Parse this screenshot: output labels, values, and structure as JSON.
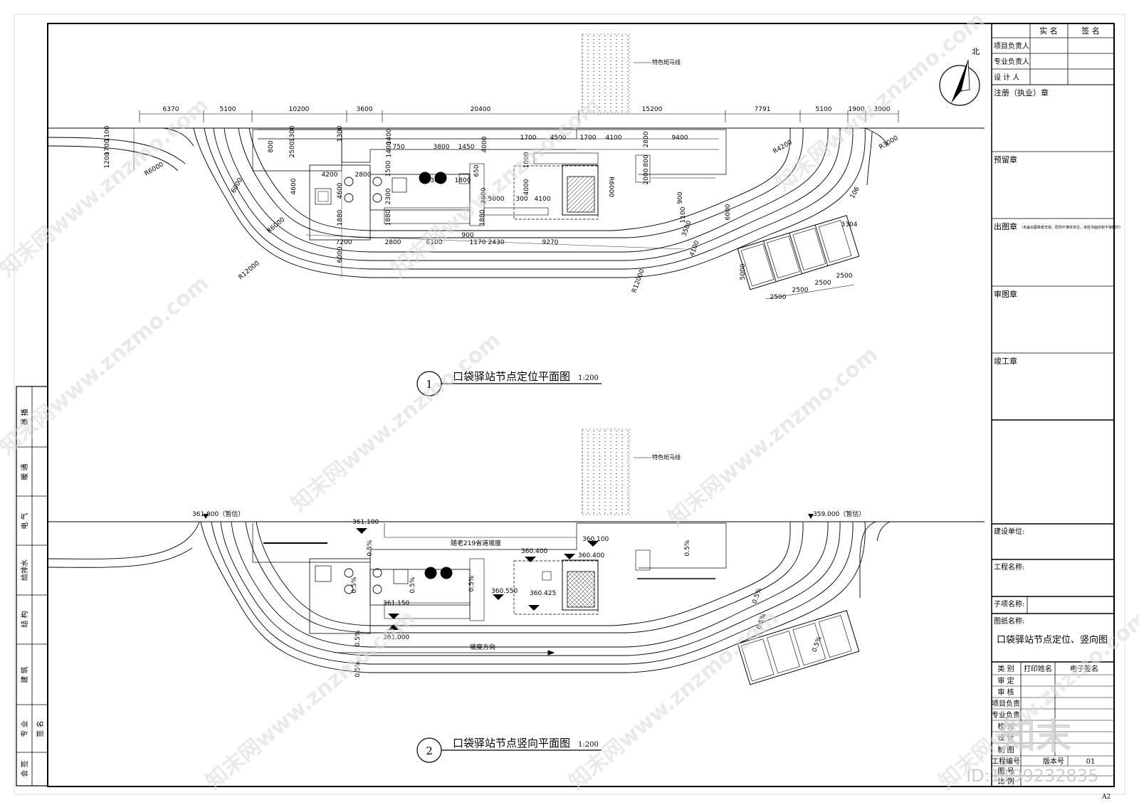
{
  "north_label": "北",
  "sheet_size": "A2",
  "watermarks": [
    "知末网www.znzmo.com",
    "知末",
    "ID:1199232835"
  ],
  "plan1": {
    "number": "1",
    "title": "口袋驿站节点定位平面图",
    "scale": "1:200",
    "zebra_label": "特色斑马线",
    "top_dims": [
      "6370",
      "5100",
      "10200",
      "3600",
      "20400",
      "15200",
      "7791",
      "5100",
      "1900",
      "3000"
    ],
    "radii": [
      "R6000",
      "R6000",
      "R12000",
      "R4200",
      "R3000",
      "R6000",
      "R12000"
    ],
    "inner_dims_top": [
      "800",
      "2500",
      "1300",
      "1300",
      "1400",
      "1400",
      "750",
      "3800",
      "1450",
      "4000",
      "1700",
      "4500",
      "1700",
      "4100",
      "2800",
      "9400",
      "800",
      "2000"
    ],
    "inner_dims_mid": [
      "4200",
      "2800",
      "1500",
      "1300",
      "1800",
      "650",
      "3600",
      "1000",
      "4000",
      "5000",
      "300",
      "4100",
      "900",
      "1100",
      "3500",
      "4100",
      "6000"
    ],
    "left_dims": [
      "1100",
      "1700",
      "1200",
      "6000",
      "4600",
      "4600",
      "1880",
      "2300",
      "1880",
      "1880"
    ],
    "bottom_dims": [
      "7200",
      "2800",
      "6100",
      "900",
      "1170",
      "2430",
      "9270",
      "6000"
    ],
    "parking_dims": [
      "3304",
      "5000",
      "2500",
      "2500",
      "2500",
      "2500",
      "106"
    ]
  },
  "plan2": {
    "number": "2",
    "title": "口袋驿站节点竖向平面图",
    "scale": "1:200",
    "zebra_label": "特色斑马线",
    "elevations": [
      "361.800（暂估）",
      "359.000（暂估）",
      "361.100",
      "360.400",
      "360.100",
      "360.400",
      "360.550",
      "360.425",
      "361.150",
      "361.000"
    ],
    "road_label": "随老219省道坡度",
    "slope_label": "坡度方向",
    "slopes": [
      "0.5%",
      "0.5%",
      "0.5%",
      "0.5%",
      "0.5%",
      "0.5%",
      "0.5%",
      "0.5%",
      "0.5%",
      "0.5%"
    ]
  },
  "left_sidebar": {
    "labels": [
      "暴 播",
      "暖 通",
      "电 气",
      "给排水",
      "结 构",
      "建 筑",
      "专 业",
      "签 名",
      "会 签"
    ]
  },
  "title_block": {
    "header": [
      "实 名",
      "签 名"
    ],
    "roles": [
      "项目负责人",
      "专业负责人",
      "设 计 人"
    ],
    "stamps": [
      "注册（执业）章",
      "预留章",
      "出图章",
      "审图章",
      "竣工章"
    ],
    "stamp_note": "（未盖出图章者无效，原则不满本单位，未经书面授权不得翻印）",
    "client_label": "建设单位:",
    "project_label": "工程名称:",
    "subitem_label": "子项名称:",
    "drawing_label": "图纸名称:",
    "drawing_name": "口袋驿站节点定位、竖向图",
    "sign_header": [
      "类 别",
      "打印姓名",
      "电子签名"
    ],
    "sign_rows": [
      "审 定",
      "审 核",
      "项目负责",
      "专业负责",
      "校 对",
      "设 计",
      "制 图"
    ],
    "footer": [
      "工程编号",
      "版本号",
      "01",
      "图 号",
      "比 例"
    ]
  }
}
